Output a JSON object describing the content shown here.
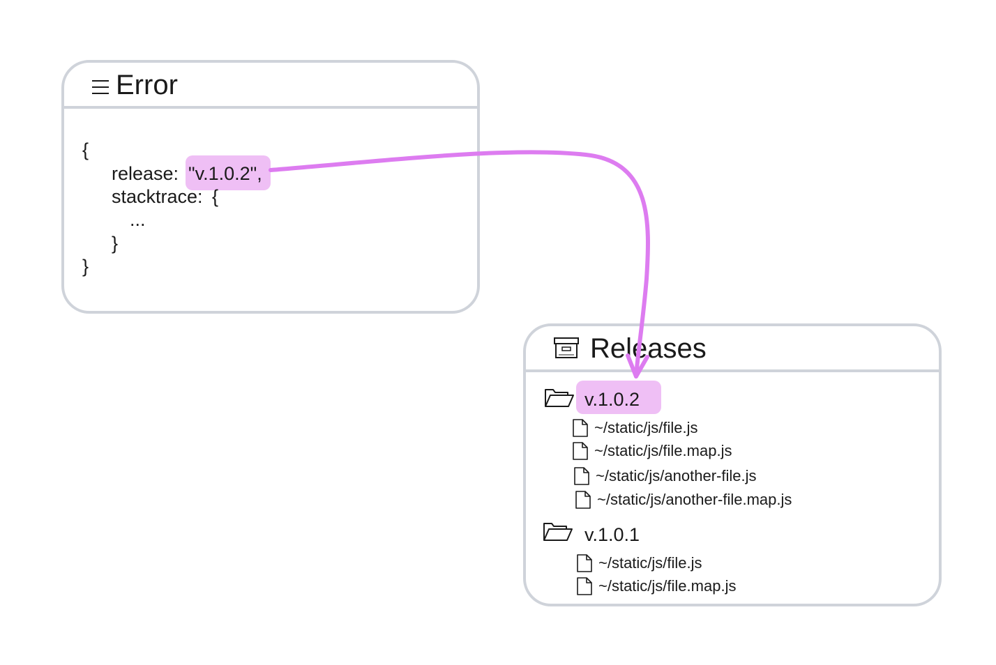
{
  "error_card": {
    "title": "Error",
    "title_icon": "hamburger-menu-icon",
    "code": {
      "open_brace": "{",
      "release_key": "release:",
      "release_value": "\"v.1.0.2\",",
      "stacktrace_key": "stacktrace:",
      "stacktrace_open": "{",
      "ellipsis": "...",
      "stacktrace_close": "}",
      "close_brace": "}"
    }
  },
  "releases_card": {
    "title": "Releases",
    "title_icon": "archive-box-icon",
    "folders": [
      {
        "label": "v.1.0.2",
        "icon": "folder-open-icon",
        "highlighted": true,
        "files": [
          {
            "label": "~/static/js/file.js",
            "icon": "file-icon"
          },
          {
            "label": "~/static/js/file.map.js",
            "icon": "file-icon"
          },
          {
            "label": "~/static/js/another-file.js",
            "icon": "file-icon"
          },
          {
            "label": "~/static/js/another-file.map.js",
            "icon": "file-icon"
          }
        ]
      },
      {
        "label": "v.1.0.1",
        "icon": "folder-open-icon",
        "highlighted": false,
        "files": [
          {
            "label": "~/static/js/file.js",
            "icon": "file-icon"
          },
          {
            "label": "~/static/js/file.map.js",
            "icon": "file-icon"
          }
        ]
      }
    ]
  },
  "colors": {
    "highlight": "#efbff5",
    "arrow": "#dd7cf0",
    "card_border": "#cfd3da"
  }
}
